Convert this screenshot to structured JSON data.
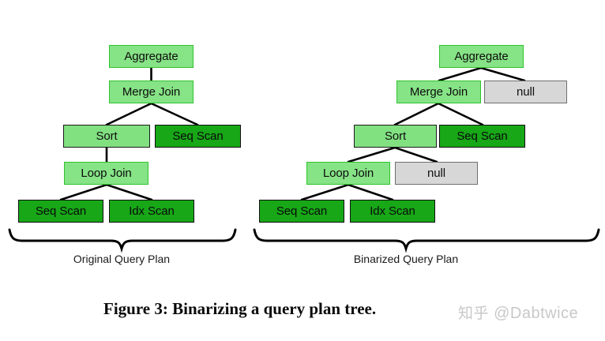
{
  "figure": {
    "caption": "Figure 3: Binarizing a query plan tree.",
    "watermark_cjk": "知乎",
    "watermark_handle": "@Dabtwice",
    "background_color": "#ffffff"
  },
  "colors": {
    "internal_node_fill": "#86e386",
    "internal_node_border": "#2fc42f",
    "sort_node_fill": "#81e181",
    "sort_node_border": "#1a1a1a",
    "leaf_node_fill": "#17a717",
    "leaf_node_border": "#111111",
    "null_node_fill": "#d7d7d7",
    "null_node_border": "#6f6f6f",
    "edge_color": "#000000",
    "text_color": "#101010"
  },
  "left_tree": {
    "label": "Original Query Plan",
    "nodes": [
      {
        "id": "l-aggregate",
        "label": "Aggregate",
        "kind": "internal"
      },
      {
        "id": "l-merge-join",
        "label": "Merge Join",
        "kind": "internal"
      },
      {
        "id": "l-sort",
        "label": "Sort",
        "kind": "sort"
      },
      {
        "id": "l-seq-scan-1",
        "label": "Seq Scan",
        "kind": "leaf"
      },
      {
        "id": "l-loop-join",
        "label": "Loop Join",
        "kind": "internal"
      },
      {
        "id": "l-seq-scan-2",
        "label": "Seq Scan",
        "kind": "leaf"
      },
      {
        "id": "l-idx-scan",
        "label": "Idx Scan",
        "kind": "leaf"
      }
    ],
    "edges": [
      [
        "l-aggregate",
        "l-merge-join"
      ],
      [
        "l-merge-join",
        "l-sort"
      ],
      [
        "l-merge-join",
        "l-seq-scan-1"
      ],
      [
        "l-sort",
        "l-loop-join"
      ],
      [
        "l-loop-join",
        "l-seq-scan-2"
      ],
      [
        "l-loop-join",
        "l-idx-scan"
      ]
    ]
  },
  "right_tree": {
    "label": "Binarized Query Plan",
    "nodes": [
      {
        "id": "r-aggregate",
        "label": "Aggregate",
        "kind": "internal"
      },
      {
        "id": "r-merge-join",
        "label": "Merge Join",
        "kind": "internal"
      },
      {
        "id": "r-null-1",
        "label": "null",
        "kind": "null"
      },
      {
        "id": "r-sort",
        "label": "Sort",
        "kind": "sort"
      },
      {
        "id": "r-seq-scan-1",
        "label": "Seq Scan",
        "kind": "leaf"
      },
      {
        "id": "r-loop-join",
        "label": "Loop Join",
        "kind": "internal"
      },
      {
        "id": "r-null-2",
        "label": "null",
        "kind": "null"
      },
      {
        "id": "r-seq-scan-2",
        "label": "Seq Scan",
        "kind": "leaf"
      },
      {
        "id": "r-idx-scan",
        "label": "Idx Scan",
        "kind": "leaf"
      }
    ],
    "edges": [
      [
        "r-aggregate",
        "r-merge-join"
      ],
      [
        "r-aggregate",
        "r-null-1"
      ],
      [
        "r-merge-join",
        "r-sort"
      ],
      [
        "r-merge-join",
        "r-seq-scan-1"
      ],
      [
        "r-sort",
        "r-loop-join"
      ],
      [
        "r-sort",
        "r-null-2"
      ],
      [
        "r-loop-join",
        "r-seq-scan-2"
      ],
      [
        "r-loop-join",
        "r-idx-scan"
      ]
    ]
  }
}
